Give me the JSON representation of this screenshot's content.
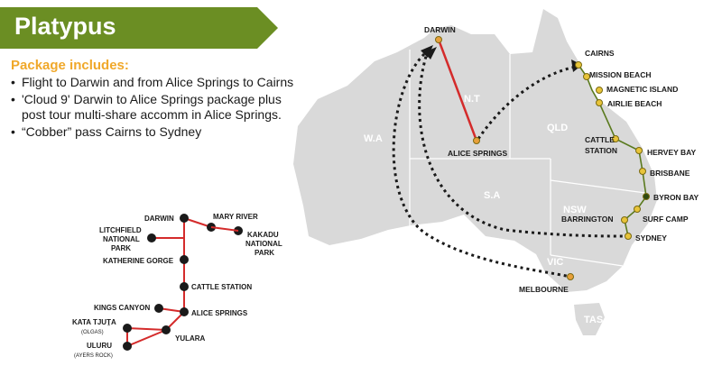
{
  "title": "Platypus",
  "package": {
    "heading": "Package includes:",
    "items": [
      "Flight to Darwin and from Alice Springs to Cairns",
      "'Cloud 9' Darwin to Alice Springs package plus post tour multi-share accomm in Alice Springs.",
      "“Cobber” pass Cairns to Sydney"
    ]
  },
  "colors": {
    "banner": "#6b8e23",
    "accent": "#f0a82a",
    "route": "#d42b2b",
    "coast_route": "#5a7a1e",
    "stop": "#e8c43a",
    "land": "#d9d9d9"
  },
  "states": {
    "wa": "W.A",
    "nt": "N.T",
    "qld": "QLD",
    "sa": "S.A",
    "nsw": "NSW",
    "vic": "VIC",
    "tas": "TAS"
  },
  "cities": {
    "darwin": "DARWIN",
    "alice": "ALICE SPRINGS",
    "cairns": "CAIRNS",
    "mission": "MISSION BEACH",
    "magnetic": "MAGNETIC ISLAND",
    "airlie": "AIRLIE BEACH",
    "cattle1": "CATTLE",
    "cattle2": "STATION",
    "hervey": "HERVEY BAY",
    "brisbane": "BRISBANE",
    "byron": "BYRON BAY",
    "barrington": "BARRINGTON",
    "surf": "SURF CAMP",
    "sydney": "SYDNEY",
    "melbourne": "MELBOURNE"
  },
  "inset": {
    "darwin": "DARWIN",
    "mary_river": "MARY RIVER",
    "kakadu1": "KAKADU",
    "kakadu2": "NATIONAL",
    "kakadu3": "PARK",
    "litch1": "LITCHFIELD",
    "litch2": "NATIONAL",
    "litch3": "PARK",
    "katherine": "KATHERINE GORGE",
    "cattle": "CATTLE STATION",
    "kings": "KINGS CANYON",
    "alice": "ALICE SPRINGS",
    "kata": "KATA TJUṮA",
    "olgas": "(OLGAS)",
    "yulara": "YULARA",
    "uluru": "ULURU",
    "ayers": "(AYERS ROCK)"
  }
}
